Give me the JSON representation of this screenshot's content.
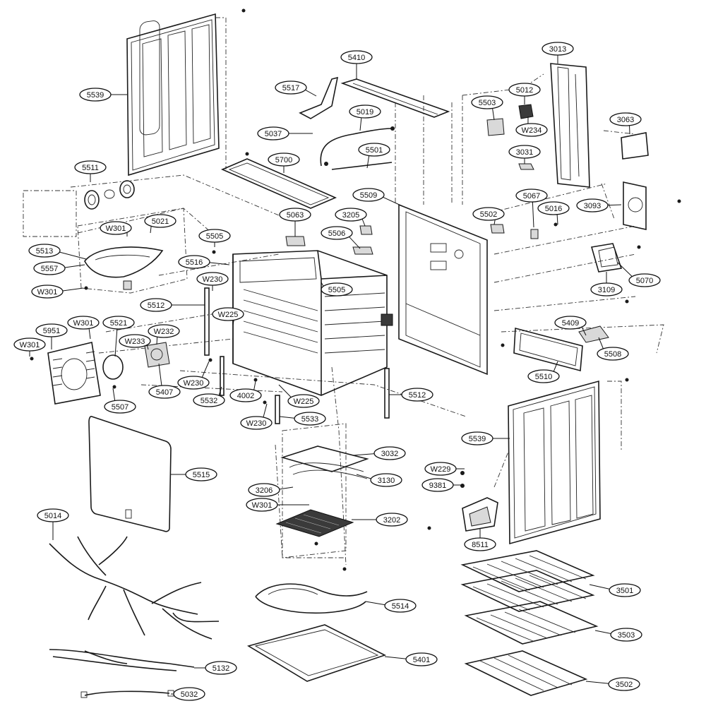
{
  "diagram": {
    "callouts": [
      {
        "id": "c-5539-top",
        "text": "5539"
      },
      {
        "id": "c-5511",
        "text": "5511"
      },
      {
        "id": "c-5410",
        "text": "5410"
      },
      {
        "id": "c-5517",
        "text": "5517"
      },
      {
        "id": "c-5019",
        "text": "5019"
      },
      {
        "id": "c-5037",
        "text": "5037"
      },
      {
        "id": "c-5501",
        "text": "5501"
      },
      {
        "id": "c-5700",
        "text": "5700"
      },
      {
        "id": "c-3013",
        "text": "3013"
      },
      {
        "id": "c-5012",
        "text": "5012"
      },
      {
        "id": "c-5503",
        "text": "5503"
      },
      {
        "id": "c-W234",
        "text": "W234"
      },
      {
        "id": "c-3063",
        "text": "3063"
      },
      {
        "id": "c-3031",
        "text": "3031"
      },
      {
        "id": "c-5509",
        "text": "5509"
      },
      {
        "id": "c-5067",
        "text": "5067"
      },
      {
        "id": "c-5016",
        "text": "5016"
      },
      {
        "id": "c-3093",
        "text": "3093"
      },
      {
        "id": "c-W301-a",
        "text": "W301"
      },
      {
        "id": "c-5021",
        "text": "5021"
      },
      {
        "id": "c-5063",
        "text": "5063"
      },
      {
        "id": "c-3205",
        "text": "3205"
      },
      {
        "id": "c-5502",
        "text": "5502"
      },
      {
        "id": "c-5505-a",
        "text": "5505"
      },
      {
        "id": "c-5506",
        "text": "5506"
      },
      {
        "id": "c-5513",
        "text": "5513"
      },
      {
        "id": "c-5557",
        "text": "5557"
      },
      {
        "id": "c-5516",
        "text": "5516"
      },
      {
        "id": "c-W301-b",
        "text": "W301"
      },
      {
        "id": "c-W230-a",
        "text": "W230"
      },
      {
        "id": "c-5505-b",
        "text": "5505"
      },
      {
        "id": "c-3109",
        "text": "3109"
      },
      {
        "id": "c-5070",
        "text": "5070"
      },
      {
        "id": "c-5512-a",
        "text": "5512"
      },
      {
        "id": "c-W225-a",
        "text": "W225"
      },
      {
        "id": "c-5409",
        "text": "5409"
      },
      {
        "id": "c-W301-c",
        "text": "W301"
      },
      {
        "id": "c-5521",
        "text": "5521"
      },
      {
        "id": "c-W232",
        "text": "W232"
      },
      {
        "id": "c-5951",
        "text": "5951"
      },
      {
        "id": "c-W233",
        "text": "W233"
      },
      {
        "id": "c-W301-d",
        "text": "W301"
      },
      {
        "id": "c-5508",
        "text": "5508"
      },
      {
        "id": "c-5510",
        "text": "5510"
      },
      {
        "id": "c-W230-b",
        "text": "W230"
      },
      {
        "id": "c-5407",
        "text": "5407"
      },
      {
        "id": "c-4002",
        "text": "4002"
      },
      {
        "id": "c-5532",
        "text": "5532"
      },
      {
        "id": "c-5512-b",
        "text": "5512"
      },
      {
        "id": "c-5507",
        "text": "5507"
      },
      {
        "id": "c-W225-b",
        "text": "W225"
      },
      {
        "id": "c-W230-c",
        "text": "W230"
      },
      {
        "id": "c-5533",
        "text": "5533"
      },
      {
        "id": "c-5539-bottom",
        "text": "5539"
      },
      {
        "id": "c-3032",
        "text": "3032"
      },
      {
        "id": "c-5515",
        "text": "5515"
      },
      {
        "id": "c-3130",
        "text": "3130"
      },
      {
        "id": "c-W229",
        "text": "W229"
      },
      {
        "id": "c-9381",
        "text": "9381"
      },
      {
        "id": "c-3206",
        "text": "3206"
      },
      {
        "id": "c-W301-e",
        "text": "W301"
      },
      {
        "id": "c-3202",
        "text": "3202"
      },
      {
        "id": "c-5014",
        "text": "5014"
      },
      {
        "id": "c-8511",
        "text": "8511"
      },
      {
        "id": "c-3501",
        "text": "3501"
      },
      {
        "id": "c-5514",
        "text": "5514"
      },
      {
        "id": "c-3503",
        "text": "3503"
      },
      {
        "id": "c-5401",
        "text": "5401"
      },
      {
        "id": "c-5132",
        "text": "5132"
      },
      {
        "id": "c-3502",
        "text": "3502"
      },
      {
        "id": "c-5032",
        "text": "5032"
      }
    ]
  }
}
